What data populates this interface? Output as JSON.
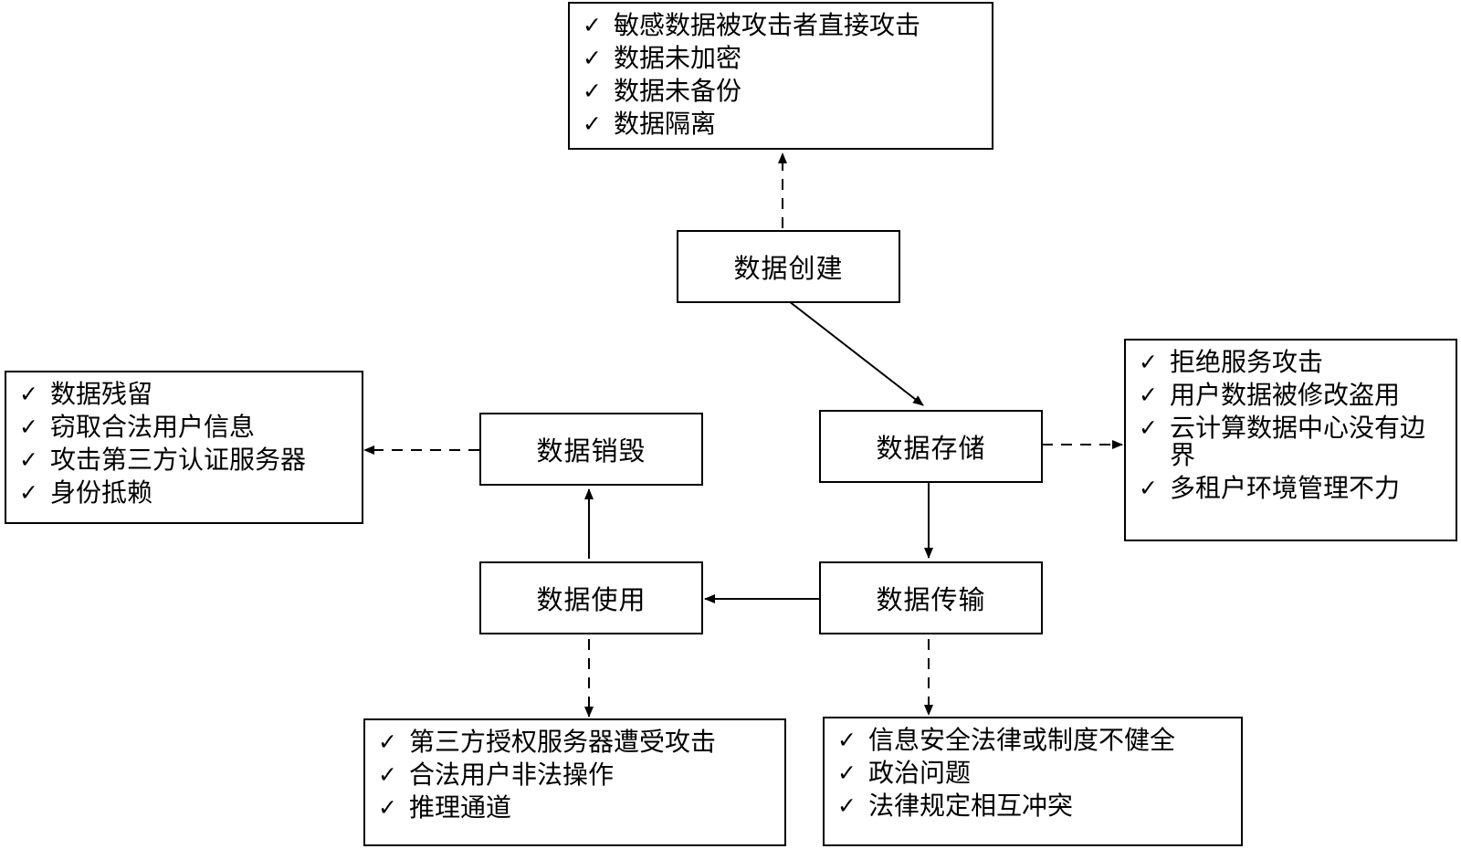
{
  "stages": {
    "create": "数据创建",
    "store": "数据存储",
    "transfer": "数据传输",
    "use": "数据使用",
    "destroy": "数据销毁"
  },
  "check_icon": "✓",
  "risks": {
    "create": [
      "敏感数据被攻击者直接攻击",
      "数据未加密",
      "数据未备份",
      "数据隔离"
    ],
    "store": [
      "拒绝服务攻击",
      "用户数据被修改盗用",
      "云计算数据中心没有边界",
      "多租户环境管理不力"
    ],
    "destroy": [
      "数据残留",
      "窃取合法用户信息",
      "攻击第三方认证服务器",
      "身份抵赖"
    ],
    "use": [
      "第三方授权服务器遭受攻击",
      "合法用户非法操作",
      "推理通道"
    ],
    "transfer": [
      "信息安全法律或制度不健全",
      "政治问题",
      "法律规定相互冲突"
    ]
  }
}
